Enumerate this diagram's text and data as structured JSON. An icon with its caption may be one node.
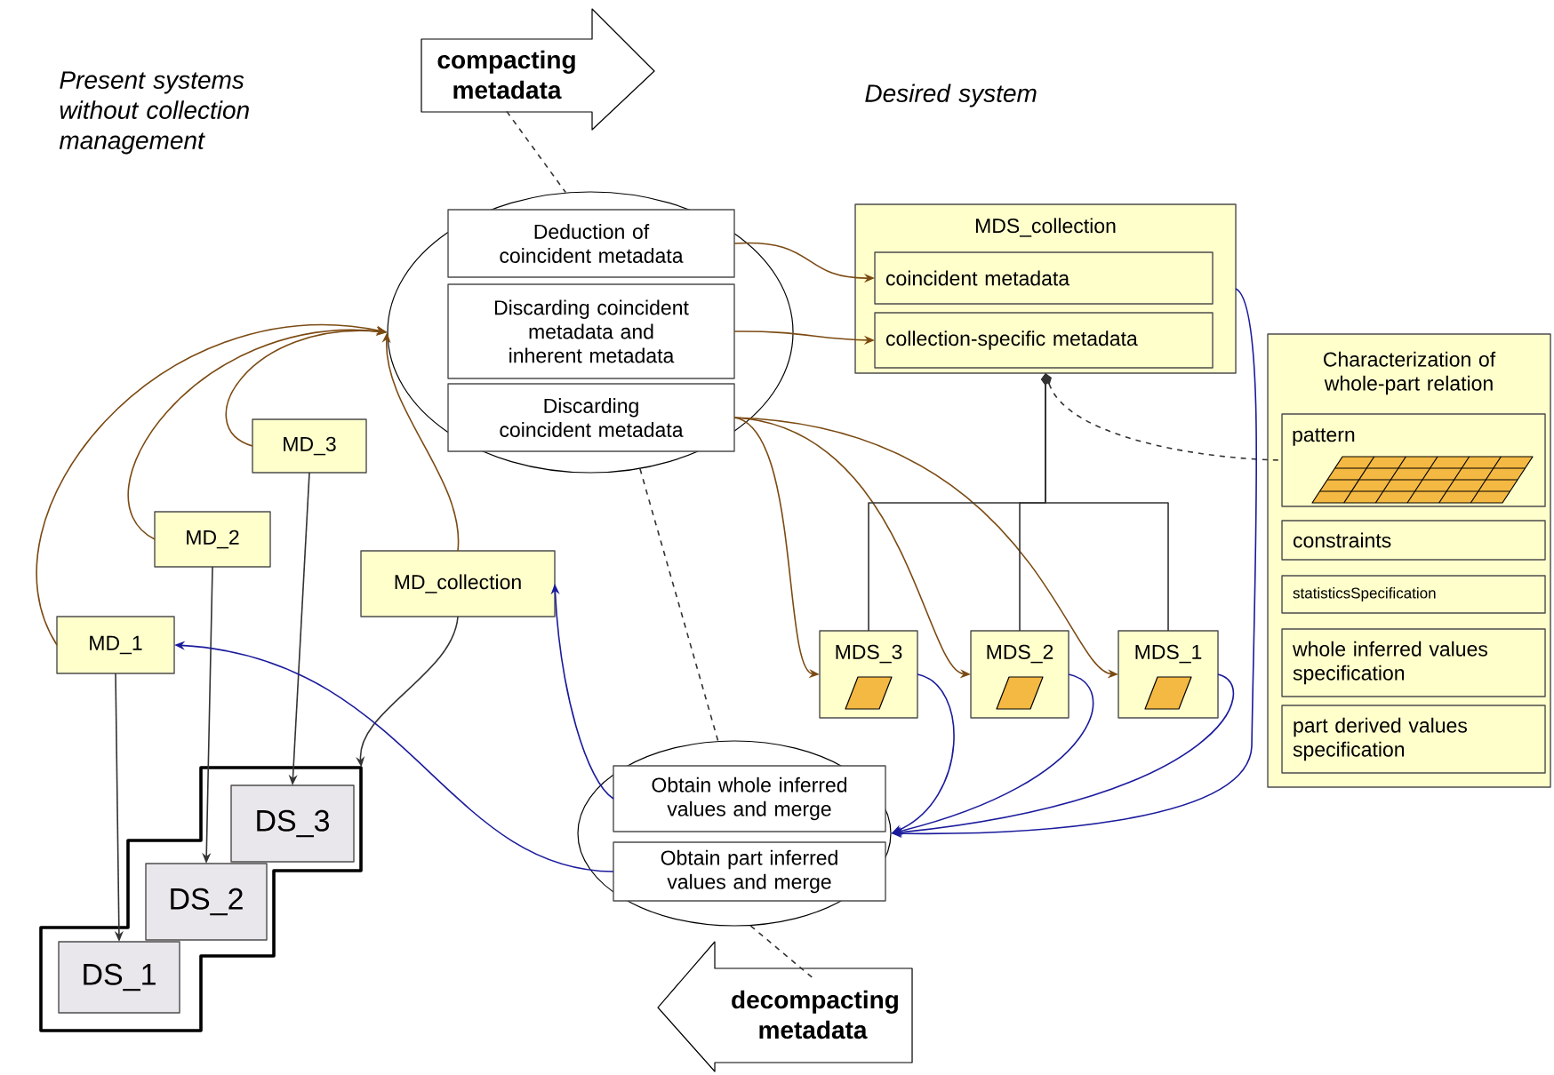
{
  "diagram": {
    "nodes": [
      {
        "text": [
          "compacting metadata"
        ]
      },
      {
        "text": [],
        "shape": "ellipse"
      },
      {
        "text": [
          "Deduction of coincident metadata"
        ],
        "in": 1
      },
      {
        "text": [
          "Discarding coincident metadata and inherent metadata"
        ],
        "in": 1
      },
      {
        "text": [
          "Discarding coincident metadata"
        ],
        "in": 1
      },
      {
        "text": [
          "MDS_collection"
        ]
      },
      {
        "text": [
          "coincident metadata"
        ],
        "in": 5
      },
      {
        "text": [
          "collection-specific metadata"
        ],
        "in": 5
      },
      {
        "text": [
          "Characterization of whole-part relation"
        ]
      },
      {
        "text": [
          "pattern"
        ],
        "in": 8
      },
      {
        "text": [
          "constraints"
        ],
        "in": 8
      },
      {
        "text": [
          "statisticsSpecification"
        ],
        "in": 8
      },
      {
        "text": [
          "whole inferred values specification"
        ],
        "in": 8
      },
      {
        "text": [
          "part derived values specification"
        ],
        "in": 8
      },
      {
        "text": [
          "MDS_3"
        ]
      },
      {
        "text": [
          "MDS_2"
        ]
      },
      {
        "text": [
          "MDS_1"
        ]
      },
      {
        "text": [
          "MD_3"
        ]
      },
      {
        "text": [
          "MD_2"
        ]
      },
      {
        "text": [
          "MD_1"
        ]
      },
      {
        "text": [
          "MD_collection"
        ]
      },
      {
        "text": [],
        "shape": "box"
      },
      {
        "text": [
          "DS_3"
        ],
        "in": 21
      },
      {
        "text": [
          "DS_2"
        ],
        "in": 21
      },
      {
        "text": [
          "DS_1"
        ],
        "in": 21
      },
      {
        "text": [],
        "shape": "ellipse"
      },
      {
        "text": [
          "Obtain whole inferred values and merge"
        ],
        "in": 25
      },
      {
        "text": [
          "Obtain part inferred values and merge"
        ],
        "in": 25
      },
      {
        "text": [
          "decompacting metadata"
        ]
      }
    ],
    "edges": [
      {
        "from": 0,
        "to": 1,
        "arrow": "none",
        "style": "dashed"
      },
      {
        "from": 1,
        "to": 25,
        "arrow": "none",
        "style": "dashed"
      },
      {
        "from": 25,
        "to": 28,
        "arrow": "none",
        "style": "dashed"
      },
      {
        "from": 19,
        "to": 1,
        "arrow": "to",
        "color": "#7b4a12"
      },
      {
        "from": 18,
        "to": 1,
        "arrow": "to",
        "color": "#7b4a12"
      },
      {
        "from": 17,
        "to": 1,
        "arrow": "to",
        "color": "#7b4a12"
      },
      {
        "from": 20,
        "to": 1,
        "arrow": "to",
        "color": "#7b4a12"
      },
      {
        "from": 2,
        "to": 6,
        "arrow": "to",
        "color": "#7b4a12"
      },
      {
        "from": 3,
        "to": 7,
        "arrow": "to",
        "color": "#7b4a12"
      },
      {
        "from": 4,
        "to": 14,
        "arrow": "to",
        "color": "#7b4a12"
      },
      {
        "from": 4,
        "to": 15,
        "arrow": "to",
        "color": "#7b4a12"
      },
      {
        "from": 4,
        "to": 16,
        "arrow": "to",
        "color": "#7b4a12"
      },
      {
        "from": 19,
        "to": 24,
        "arrow": "to"
      },
      {
        "from": 18,
        "to": 23,
        "arrow": "to"
      },
      {
        "from": 17,
        "to": 22,
        "arrow": "to"
      },
      {
        "from": 20,
        "to": 21,
        "arrow": "to"
      },
      {
        "from": 5,
        "to": 9,
        "arrow": "other",
        "style": "dashed"
      },
      {
        "from": 5,
        "to": 14,
        "arrow": "other"
      },
      {
        "from": 5,
        "to": 15,
        "arrow": "other"
      },
      {
        "from": 5,
        "to": 16,
        "arrow": "other"
      },
      {
        "from": 14,
        "to": 25,
        "arrow": "to",
        "color": "#1a1a9c"
      },
      {
        "from": 15,
        "to": 25,
        "arrow": "to",
        "color": "#1a1a9c"
      },
      {
        "from": 16,
        "to": 25,
        "arrow": "to",
        "color": "#1a1a9c"
      },
      {
        "from": 5,
        "to": 25,
        "arrow": "to",
        "color": "#1a1a9c"
      },
      {
        "from": 26,
        "to": 20,
        "arrow": "to",
        "color": "#1a1a9c"
      },
      {
        "from": 27,
        "to": 19,
        "arrow": "to",
        "color": "#1a1a9c"
      }
    ],
    "labels": [
      "Present systems without collection management",
      "Desired system"
    ]
  }
}
